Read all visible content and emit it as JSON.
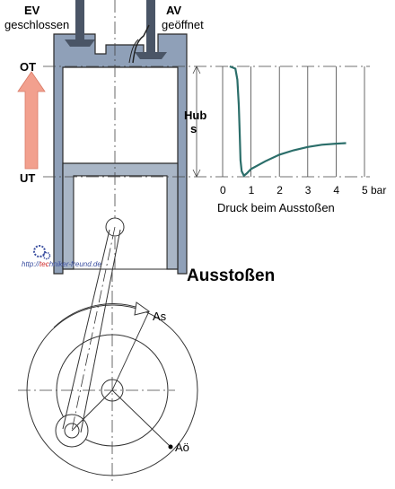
{
  "labels": {
    "ev": "EV",
    "ev_state": "geschlossen",
    "av": "AV",
    "av_state": "geöffnet",
    "ot": "OT",
    "ut": "UT",
    "hub_line1": "Hub",
    "hub_line2": "s",
    "title": "Ausstoßen",
    "as": "As",
    "ao": "Aö",
    "watermark_prefix": "http://",
    "watermark_red": "tec",
    "watermark_suffix": "hniker-freund.de"
  },
  "colors": {
    "cylinder": "#8fa0b8",
    "piston": "#a9b6c6",
    "valve": "#4a5566",
    "arrow": "#f2a08e",
    "curve": "#2b6e6a",
    "grid": "#444444"
  },
  "chart_data": {
    "type": "line",
    "title": "",
    "xlabel": "Druck beim Ausstoßen",
    "ylabel": "",
    "xlim": [
      0,
      5
    ],
    "x_ticks": [
      "0",
      "1",
      "2",
      "3",
      "4",
      "5 bar"
    ],
    "y_reference_labels": [
      "OT",
      "UT"
    ],
    "series": [
      {
        "name": "",
        "points": [
          [
            0.25,
            0.0
          ],
          [
            0.45,
            0.02
          ],
          [
            0.52,
            0.12
          ],
          [
            0.57,
            0.35
          ],
          [
            0.6,
            0.6
          ],
          [
            0.63,
            0.85
          ],
          [
            0.67,
            0.95
          ],
          [
            0.75,
            0.99
          ],
          [
            0.85,
            0.97
          ],
          [
            1.0,
            0.93
          ],
          [
            1.5,
            0.86
          ],
          [
            2.0,
            0.8
          ],
          [
            2.5,
            0.76
          ],
          [
            3.0,
            0.73
          ],
          [
            3.5,
            0.71
          ],
          [
            4.0,
            0.7
          ],
          [
            4.35,
            0.695
          ]
        ]
      }
    ]
  }
}
